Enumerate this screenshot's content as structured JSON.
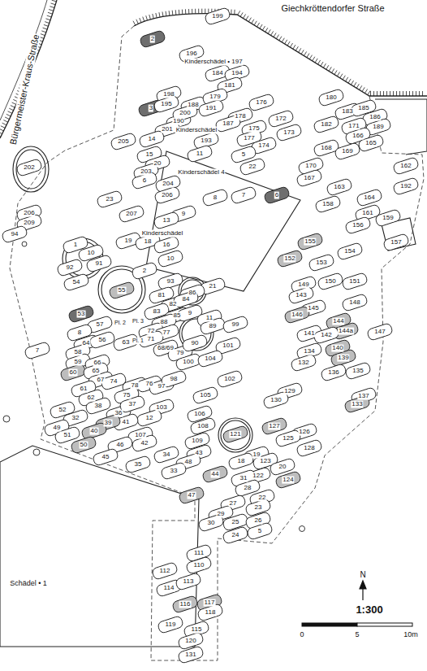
{
  "diagram": {
    "labels": [
      "Giechkröttendorfer Straße",
      "Bürgermeister-Kraus-Straße",
      "Kinderschädel • 197",
      "Kinderschädel",
      "Kinderschädel 4",
      "Kinderschädel",
      "Schädel • 1",
      "1:300",
      "N",
      "0",
      "5",
      "10m",
      "199",
      "2",
      "196",
      "184",
      "194",
      "181",
      "3",
      "198",
      "195",
      "188",
      "179",
      "191",
      "176",
      "180",
      "183",
      "185",
      "178",
      "172",
      "186",
      "189",
      "190",
      "200",
      "201",
      "187",
      "175",
      "173",
      "182",
      "171",
      "166",
      "193",
      "177",
      "174",
      "170",
      "168",
      "169",
      "165",
      "11",
      "5",
      "22",
      "205",
      "14",
      "15",
      "20",
      "203",
      "6",
      "204",
      "206",
      "202",
      "23",
      "207",
      "206",
      "209",
      "94",
      "9",
      "8",
      "7",
      "6",
      "13",
      "19",
      "18",
      "16",
      "10",
      "167",
      "163",
      "164",
      "162",
      "192",
      "158",
      "161",
      "159",
      "156",
      "157",
      "1",
      "10",
      "91",
      "92",
      "54",
      "2",
      "93",
      "21",
      "55",
      "86",
      "53",
      "155",
      "152",
      "154",
      "153",
      "150",
      "151",
      "149",
      "143",
      "148",
      "145",
      "146",
      "144",
      "144a",
      "147",
      "141",
      "142",
      "140",
      "139",
      "134",
      "132",
      "136",
      "135",
      "137",
      "133",
      "129",
      "130",
      "81",
      "82",
      "83",
      "84",
      "85",
      "9",
      "11",
      "88",
      "57",
      "Pl. 2",
      "Pl. 3",
      "72",
      "77",
      "8",
      "7",
      "64",
      "56",
      "63",
      "Pl. 1",
      "71",
      "68/69",
      "79",
      "90",
      "89",
      "99",
      "101",
      "100",
      "104",
      "58",
      "59",
      "66",
      "60",
      "65",
      "67",
      "74",
      "78",
      "76",
      "97",
      "98",
      "102",
      "61",
      "62",
      "75",
      "38",
      "105",
      "103",
      "52",
      "32",
      "36",
      "37",
      "12",
      "41",
      "39",
      "106",
      "108",
      "49",
      "51",
      "40",
      "107",
      "121",
      "127",
      "126",
      "125",
      "109",
      "42",
      "46",
      "50",
      "128",
      "43",
      "34",
      "45",
      "19",
      "123",
      "20",
      "18",
      "48",
      "35",
      "33",
      "44",
      "122",
      "124",
      "31",
      "28",
      "22",
      "47",
      "23",
      "27",
      "29",
      "30",
      "25",
      "26",
      "24",
      "5",
      "111",
      "110",
      "112",
      "114",
      "113",
      "116",
      "117",
      "118",
      "119",
      "115",
      "120",
      "131"
    ]
  }
}
